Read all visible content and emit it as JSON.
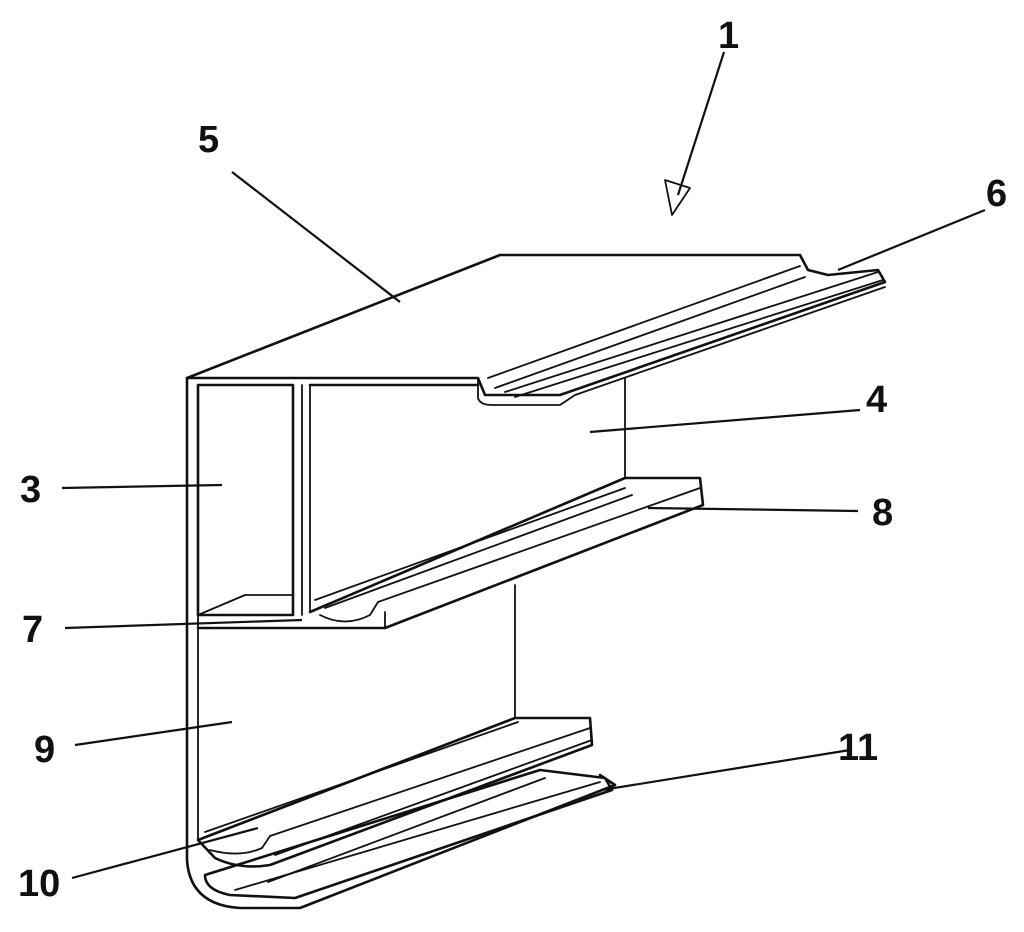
{
  "labels": {
    "l1": "1",
    "l3": "3",
    "l4": "4",
    "l5": "5",
    "l6": "6",
    "l7": "7",
    "l8": "8",
    "l9": "9",
    "l10": "10",
    "l11": "11"
  },
  "colors": {
    "ink": "#111111",
    "background": "#ffffff"
  }
}
